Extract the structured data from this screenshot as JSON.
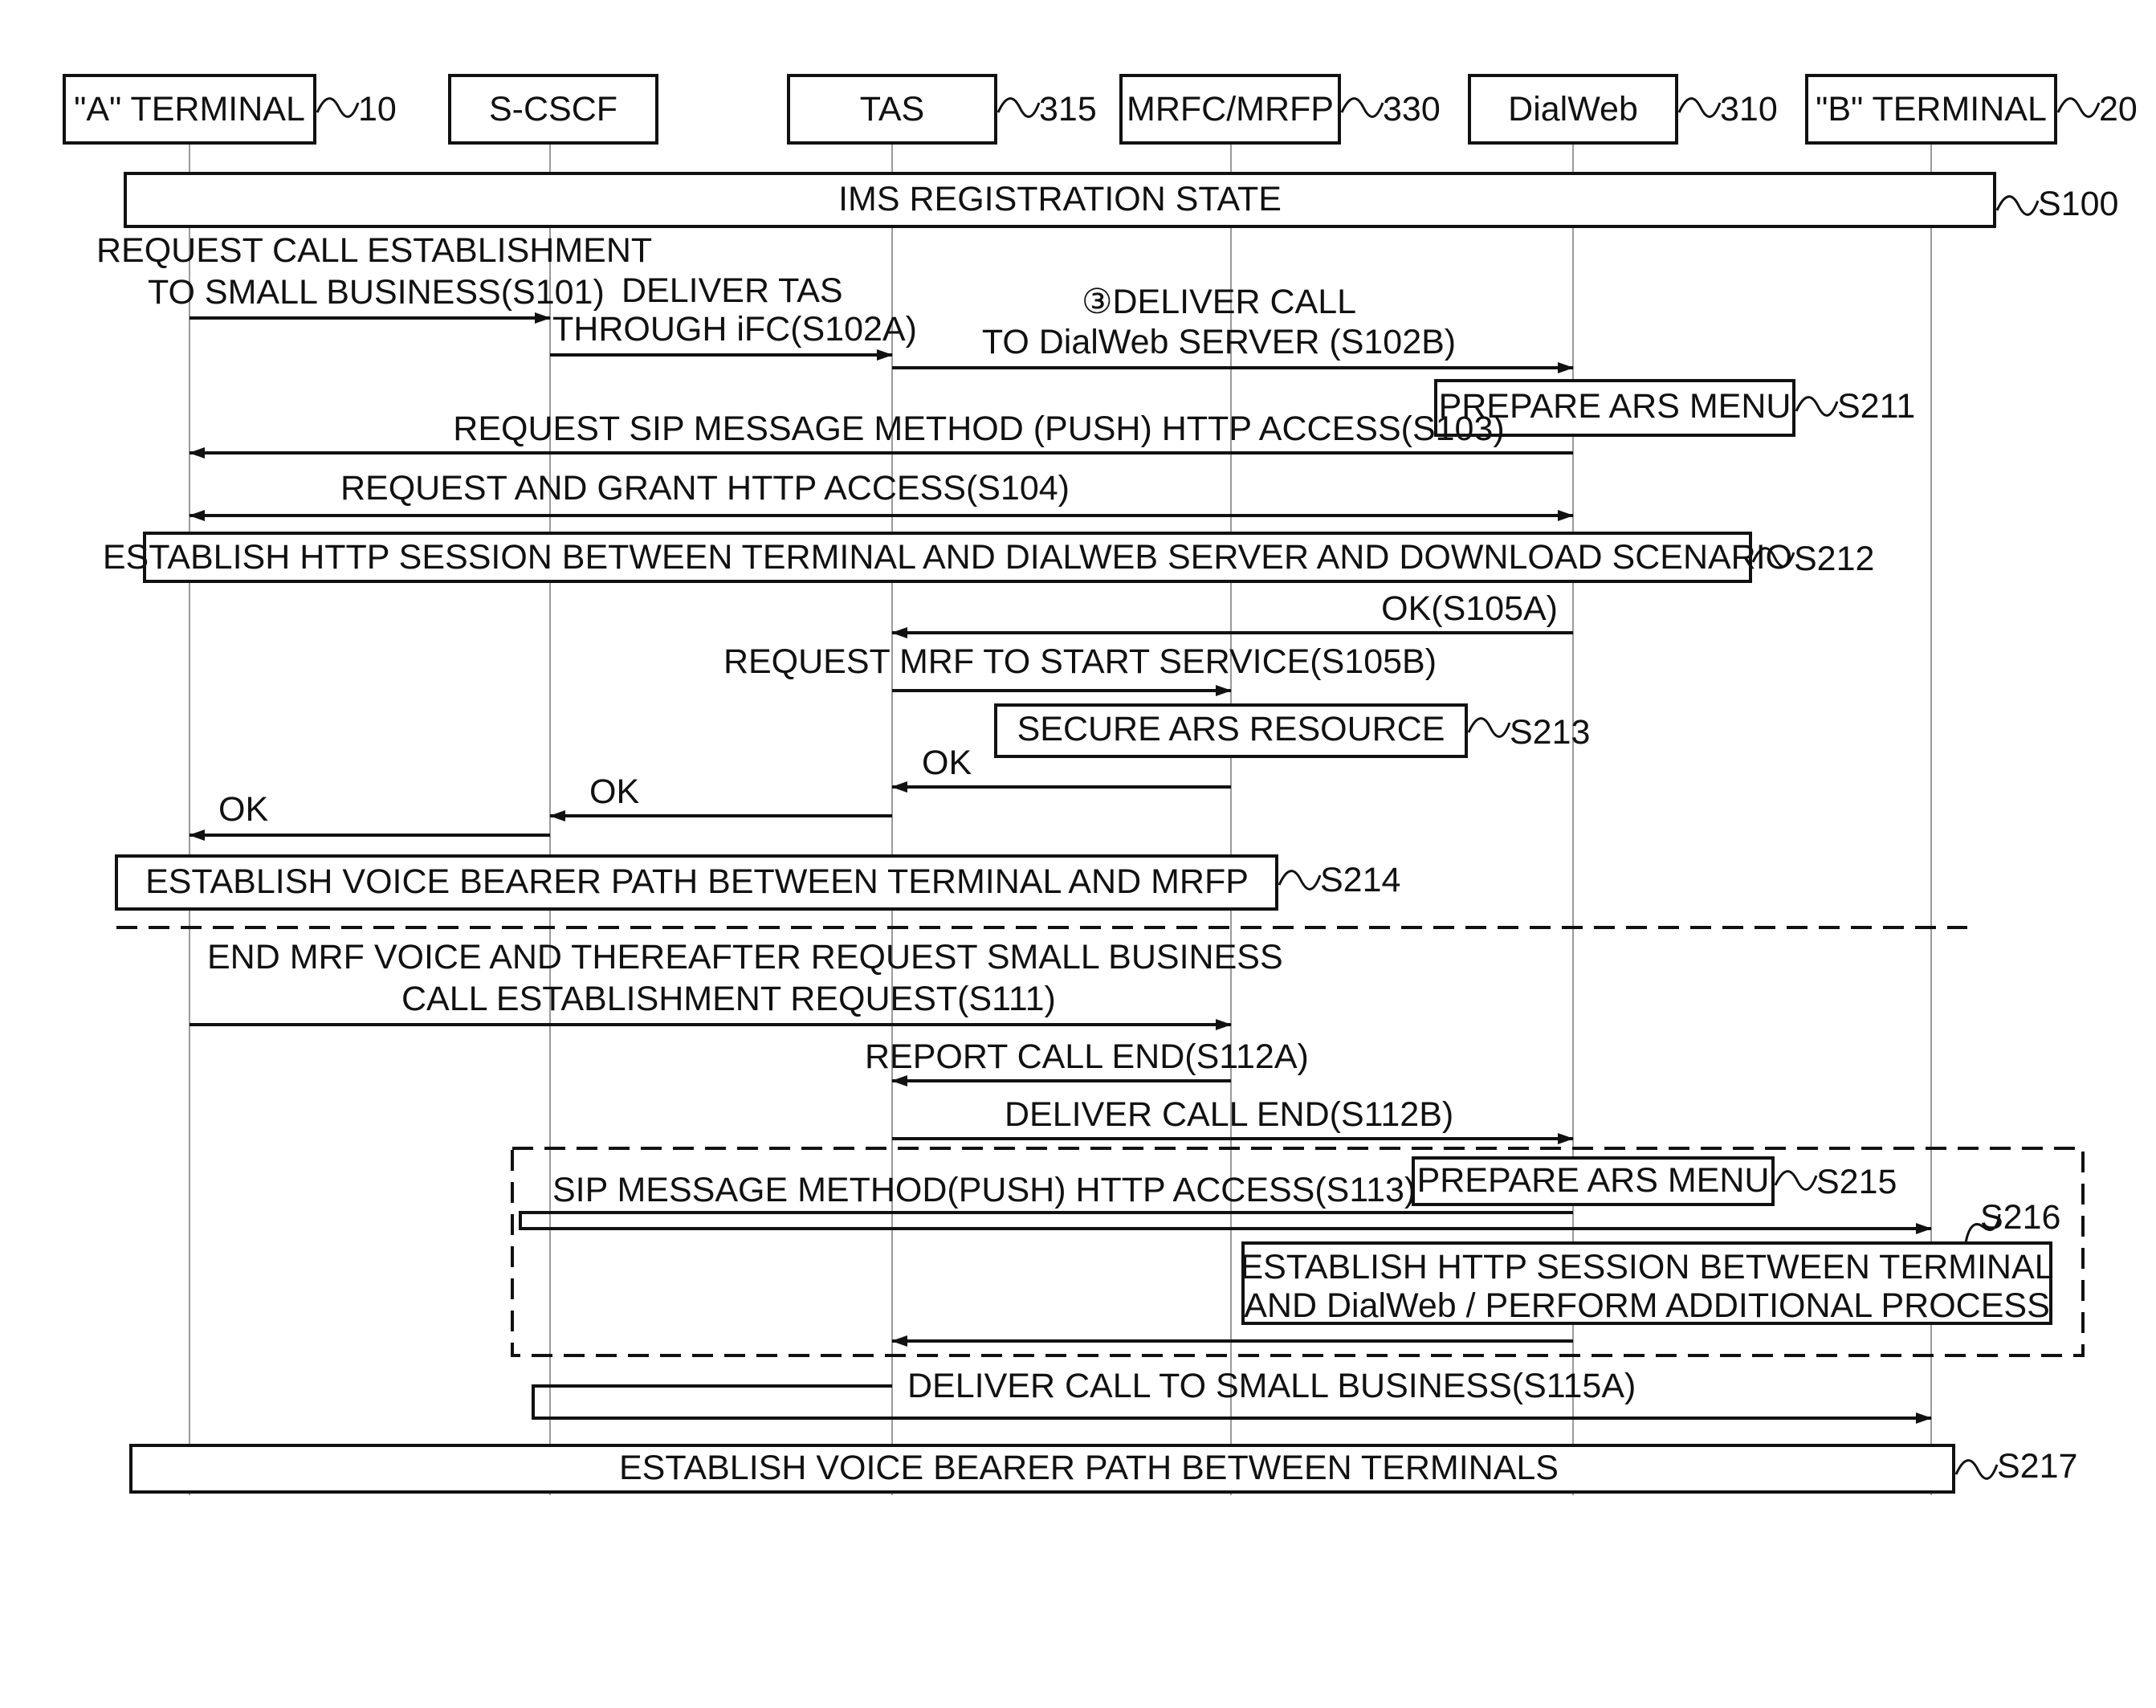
{
  "participants": [
    {
      "id": "a_terminal",
      "label": "\"A\" TERMINAL",
      "ref": "10"
    },
    {
      "id": "scscf",
      "label": "S-CSCF",
      "ref": ""
    },
    {
      "id": "tas",
      "label": "TAS",
      "ref": "315"
    },
    {
      "id": "mrfc_mrfp",
      "label": "MRFC/MRFP",
      "ref": "330"
    },
    {
      "id": "dialweb",
      "label": "DialWeb",
      "ref": "310"
    },
    {
      "id": "b_terminal",
      "label": "\"B\" TERMINAL",
      "ref": "20"
    }
  ],
  "states": {
    "s100": {
      "label": "IMS REGISTRATION STATE",
      "ref": "S100"
    },
    "s211": {
      "label": "PREPARE ARS MENU",
      "ref": "S211"
    },
    "s212": {
      "label": "ESTABLISH HTTP SESSION BETWEEN TERMINAL AND DIALWEB SERVER AND DOWNLOAD SCENARIO",
      "ref": "S212"
    },
    "s213": {
      "label": "SECURE ARS RESOURCE",
      "ref": "S213"
    },
    "s214": {
      "label": "ESTABLISH VOICE BEARER PATH BETWEEN TERMINAL AND MRFP",
      "ref": "S214"
    },
    "s215": {
      "label": "PREPARE ARS MENU",
      "ref": "S215"
    },
    "s216": {
      "line1": "ESTABLISH HTTP SESSION BETWEEN TERMINAL",
      "line2": "AND DialWeb / PERFORM ADDITIONAL PROCESS",
      "ref": "S216"
    },
    "s217": {
      "label": "ESTABLISH VOICE BEARER PATH BETWEEN TERMINALS",
      "ref": "S217"
    }
  },
  "messages": {
    "s101": {
      "line1": "REQUEST CALL ESTABLISHMENT",
      "line2": "TO SMALL BUSINESS(S101)"
    },
    "s102a": {
      "line1": "DELIVER TAS",
      "line2": "THROUGH iFC(S102A)"
    },
    "s102b": {
      "line1": "③DELIVER CALL",
      "line2": "TO DialWeb SERVER (S102B)"
    },
    "s103": {
      "label": "REQUEST SIP MESSAGE METHOD (PUSH) HTTP ACCESS(S103)"
    },
    "s104": {
      "label": "REQUEST AND GRANT HTTP ACCESS(S104)"
    },
    "s105a": {
      "label": "OK(S105A)"
    },
    "s105b": {
      "label": "REQUEST MRF TO START SERVICE(S105B)"
    },
    "ok1": {
      "label": "OK"
    },
    "ok2": {
      "label": "OK"
    },
    "ok3": {
      "label": "OK"
    },
    "s111": {
      "line1": "END MRF VOICE AND THEREAFTER REQUEST SMALL BUSINESS",
      "line2": "CALL ESTABLISHMENT REQUEST(S111)"
    },
    "s112a": {
      "label": "REPORT CALL END(S112A)"
    },
    "s112b": {
      "label": "DELIVER CALL END(S112B)"
    },
    "s113": {
      "label": "SIP MESSAGE METHOD(PUSH) HTTP ACCESS(S113)"
    },
    "s115a": {
      "label": "DELIVER CALL TO SMALL BUSINESS(S115A)"
    }
  }
}
